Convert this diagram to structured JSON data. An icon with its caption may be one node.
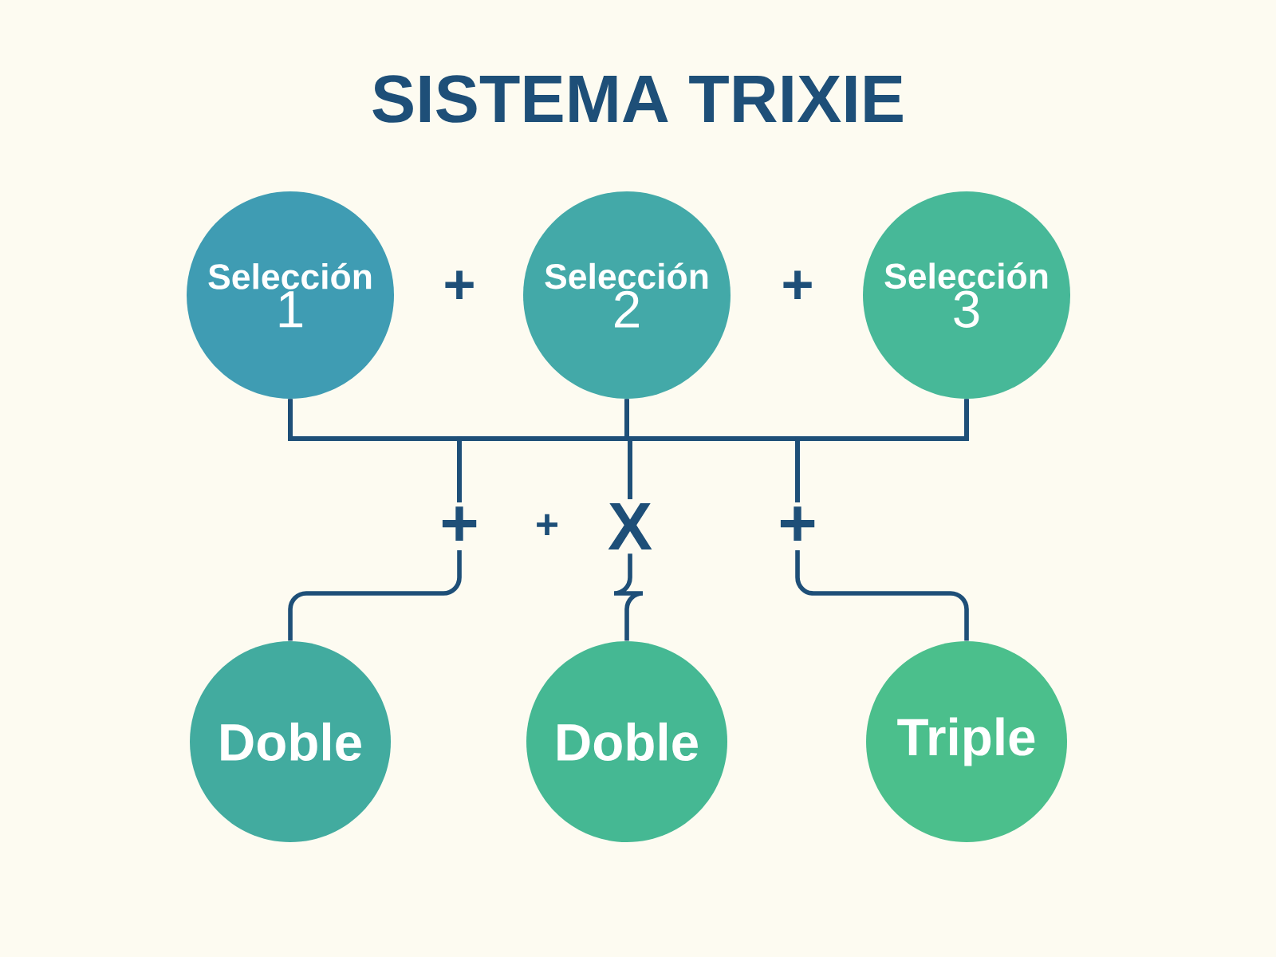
{
  "diagram": {
    "title": "SISTEMA TRIXIE",
    "nodes": [
      {
        "text": [
          "Selección",
          "1"
        ]
      },
      {
        "text": [
          "Selección",
          "2"
        ]
      },
      {
        "text": [
          "Selección",
          "3"
        ]
      },
      {
        "text": [
          "+"
        ]
      },
      {
        "text": [
          "X"
        ]
      },
      {
        "text": [
          "+"
        ]
      },
      {
        "text": [
          "Doble"
        ]
      },
      {
        "text": [
          "Doble"
        ]
      },
      {
        "text": [
          "Triple"
        ]
      }
    ],
    "edges": [
      {
        "from": 0,
        "to": 3,
        "arrow": "none"
      },
      {
        "from": 0,
        "to": 4,
        "arrow": "none"
      },
      {
        "from": 0,
        "to": 5,
        "arrow": "none"
      },
      {
        "from": 1,
        "to": 3,
        "arrow": "none"
      },
      {
        "from": 1,
        "to": 4,
        "arrow": "none"
      },
      {
        "from": 1,
        "to": 5,
        "arrow": "none"
      },
      {
        "from": 2,
        "to": 3,
        "arrow": "none"
      },
      {
        "from": 2,
        "to": 4,
        "arrow": "none"
      },
      {
        "from": 2,
        "to": 5,
        "arrow": "none"
      },
      {
        "from": 3,
        "to": 6,
        "arrow": "none"
      },
      {
        "from": 4,
        "to": 7,
        "arrow": "none"
      },
      {
        "from": 5,
        "to": 8,
        "arrow": "none"
      }
    ],
    "labels": [
      "+",
      "+",
      "+"
    ]
  }
}
